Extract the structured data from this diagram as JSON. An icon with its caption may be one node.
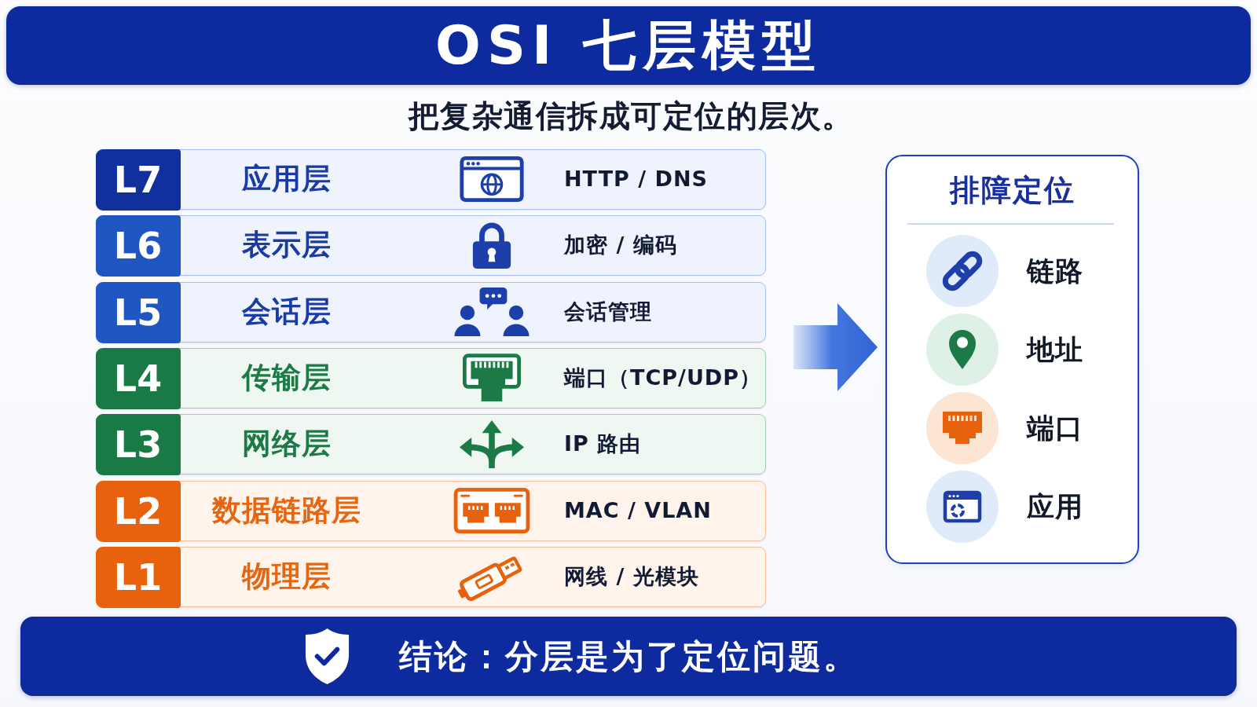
{
  "diagram": {
    "title": "OSI 七层模型",
    "nodes": [
      {
        "text": [
          "应用层",
          "HTTP / DNS"
        ]
      },
      {
        "text": [
          "L7"
        ],
        "in": 0
      },
      {
        "text": [
          "表示层",
          "加密 / 编码"
        ]
      },
      {
        "text": [
          "L6"
        ],
        "in": 2
      },
      {
        "text": [
          "会话层",
          "会话管理"
        ]
      },
      {
        "text": [
          "L5"
        ],
        "in": 4
      },
      {
        "text": [
          "传输层",
          "端口（TCP/UDP）"
        ]
      },
      {
        "text": [
          "L4"
        ],
        "in": 6
      },
      {
        "text": [
          "网络层",
          "IP 路由"
        ]
      },
      {
        "text": [
          "L3"
        ],
        "in": 8
      },
      {
        "text": [
          "数据链路层",
          "MAC / VLAN"
        ]
      },
      {
        "text": [
          "L2"
        ],
        "in": 10
      },
      {
        "text": [
          "物理层",
          "网线 / 光模块"
        ]
      },
      {
        "text": [
          "L1"
        ],
        "in": 12
      },
      {
        "text": [
          "排障定位",
          "链路",
          "地址",
          "端口",
          "应用"
        ]
      },
      {
        "text": [
          "结论：分层是为了定位问题。"
        ]
      }
    ],
    "edges": [
      {
        "from": null,
        "to": 14,
        "arrow": "to"
      }
    ],
    "labels": [
      "把复杂通信拆成可定位的层次。"
    ]
  }
}
